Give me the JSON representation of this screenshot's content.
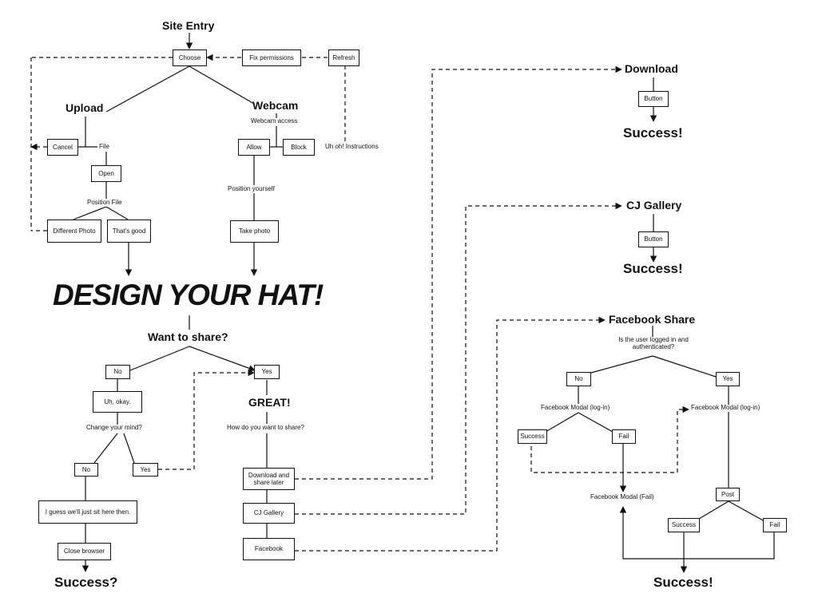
{
  "main_flow": {
    "site_entry": "Site Entry",
    "choose": "Choose",
    "fix_permissions": "Fix permissions",
    "refresh": "Refresh",
    "upload": "Upload",
    "webcam": "Webcam",
    "webcam_access": "Webcam access",
    "cancel": "Cancel",
    "file": "File",
    "open": "Open",
    "position_file": "Position File",
    "different_photo": "Different Photo",
    "thats_good": "That's good",
    "allow": "Allow",
    "block": "Block",
    "uh_oh": "Uh oh! Instructions",
    "position_yourself": "Position yourself",
    "take_photo": "Take photo",
    "design_title": "DESIGN YOUR HAT!",
    "want_to_share": "Want to share?",
    "no": "No",
    "yes": "Yes",
    "uh_okay": "Uh, okay.",
    "change_mind": "Change your mind?",
    "no2": "No",
    "yes2": "Yes",
    "sit_here": "I guess we'll just sit here then.",
    "close_browser": "Close browser",
    "success_question": "Success?",
    "great": "GREAT!",
    "how_share": "How do you want to share?",
    "download_later": "Download and share later",
    "cj_gallery": "CJ Gallery",
    "facebook": "Facebook"
  },
  "download_flow": {
    "title": "Download",
    "button": "Button",
    "success": "Success!"
  },
  "gallery_flow": {
    "title": "CJ Gallery",
    "button": "Button",
    "success": "Success!"
  },
  "facebook_flow": {
    "title": "Facebook Share",
    "question": "Is the user logged in and authenticated?",
    "no": "No",
    "yes": "Yes",
    "modal_login": "Facebook Modal (log-in)",
    "modal_login_right": "Facebook Modal (log-in)",
    "success": "Success",
    "fail": "Fail",
    "modal_fail": "Facebook Modal (Fail)",
    "post": "Post",
    "post_success": "Success",
    "post_fail": "Fail",
    "final": "Success!"
  }
}
